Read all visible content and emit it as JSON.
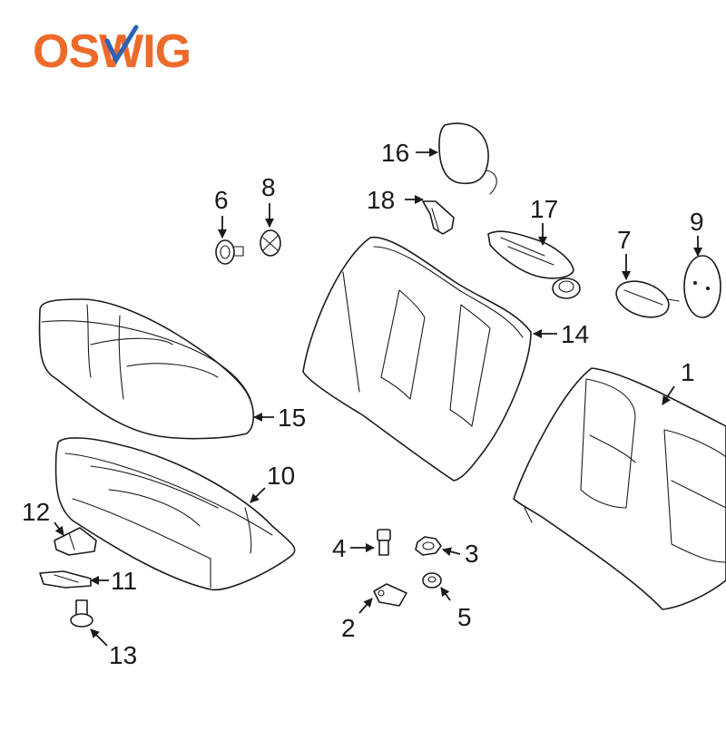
{
  "brand": {
    "logo_text": "OSWIG",
    "logo_color": "#ee6a2a",
    "check_color": "#2a62b8"
  },
  "callouts": [
    {
      "id": "1",
      "label": "1"
    },
    {
      "id": "2",
      "label": "2"
    },
    {
      "id": "3",
      "label": "3"
    },
    {
      "id": "4",
      "label": "4"
    },
    {
      "id": "5",
      "label": "5"
    },
    {
      "id": "6",
      "label": "6"
    },
    {
      "id": "7",
      "label": "7"
    },
    {
      "id": "8",
      "label": "8"
    },
    {
      "id": "9",
      "label": "9"
    },
    {
      "id": "10",
      "label": "10"
    },
    {
      "id": "11",
      "label": "11"
    },
    {
      "id": "12",
      "label": "12"
    },
    {
      "id": "13",
      "label": "13"
    },
    {
      "id": "14",
      "label": "14"
    },
    {
      "id": "15",
      "label": "15"
    },
    {
      "id": "16",
      "label": "16"
    },
    {
      "id": "17",
      "label": "17"
    },
    {
      "id": "18",
      "label": "18"
    }
  ]
}
